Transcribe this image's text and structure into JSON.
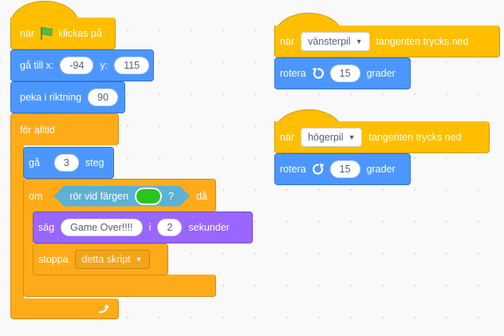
{
  "script1": {
    "hat": {
      "before": "när",
      "icon": "green-flag-icon",
      "after": "klickas på"
    },
    "goto": {
      "label": "gå till x:",
      "x": "-94",
      "ylabel": "y:",
      "y": "115"
    },
    "point": {
      "label": "peka i riktning",
      "value": "90"
    },
    "forever": {
      "label": "för alltid",
      "icon": "loop-arrow-icon"
    },
    "move": {
      "label": "gå",
      "value": "3",
      "suffix": "steg"
    },
    "if": {
      "label": "om",
      "then": "då"
    },
    "touching": {
      "label": "rör vid färgen",
      "color": "#29c51c",
      "suffix": "?"
    },
    "say": {
      "label": "säg",
      "text": "Game Over!!!!",
      "mid": "i",
      "secs": "2",
      "suffix": "sekunder"
    },
    "stop": {
      "label": "stoppa",
      "option": "detta skript"
    }
  },
  "script2": {
    "hat": {
      "before": "när",
      "key": "vänsterpil",
      "after": "tangenten trycks ned"
    },
    "turn": {
      "label": "rotera",
      "icon": "rotate-left-icon",
      "value": "15",
      "suffix": "grader"
    }
  },
  "script3": {
    "hat": {
      "before": "när",
      "key": "högerpil",
      "after": "tangenten trycks ned"
    },
    "turn": {
      "label": "rotera",
      "icon": "rotate-right-icon",
      "value": "15",
      "suffix": "grader"
    }
  },
  "colors": {
    "events": "#ffbf00",
    "control": "#ffab19",
    "motion": "#4c97ff",
    "looks": "#9966ff",
    "sensing": "#5cb1d6"
  }
}
